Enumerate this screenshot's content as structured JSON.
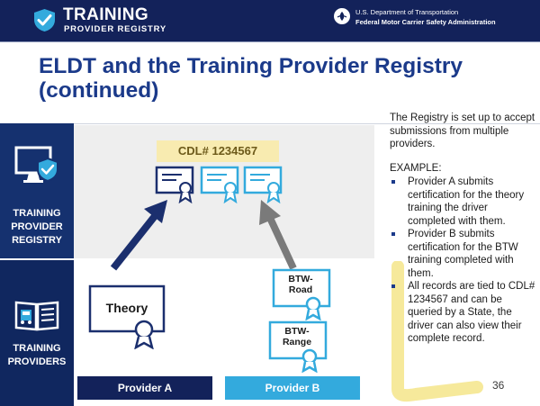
{
  "header": {
    "logo_title": "TRAINING",
    "logo_subtitle": "PROVIDER REGISTRY",
    "agency_line1": "U.S. Department of Transportation",
    "agency_line2": "Federal Motor Carrier Safety Administration",
    "background_color": "#13225a"
  },
  "slide": {
    "title_line1": "ELDT and the Training Provider Registry",
    "title_line2": "(continued)",
    "title_color": "#1b3a8a",
    "page_number": "36"
  },
  "rail": {
    "registry_label_line1": "TRAINING",
    "registry_label_line2": "PROVIDER",
    "registry_label_line3": "REGISTRY",
    "providers_label_line1": "TRAINING",
    "providers_label_line2": "PROVIDERS",
    "registry_icon": "monitor-shield-icon",
    "providers_icon": "book-truck-icon"
  },
  "diagram": {
    "cdl_label": "CDL# 1234567",
    "cert_icon": "certificate-icon",
    "provider_a": {
      "name": "Provider A",
      "certificate": "Theory",
      "color": "#13225a"
    },
    "provider_b": {
      "name": "Provider B",
      "certificate_1_line1": "BTW-",
      "certificate_1_line2": "Road",
      "certificate_2_line1": "BTW-",
      "certificate_2_line2": "Range",
      "color": "#33aadd"
    },
    "arrow_a_icon": "arrow-up-right-icon",
    "arrow_b_icon": "arrow-up-left-icon"
  },
  "content": {
    "intro": "The Registry is set up to accept submissions from multiple providers.",
    "example_label": "EXAMPLE:",
    "bullets": [
      "Provider A submits certification for the theory training the driver completed with them.",
      "Provider B submits certification for the BTW training completed with them.",
      "All records are tied to CDL# 1234567 and can be queried by a State, the driver can also view their complete record."
    ]
  }
}
